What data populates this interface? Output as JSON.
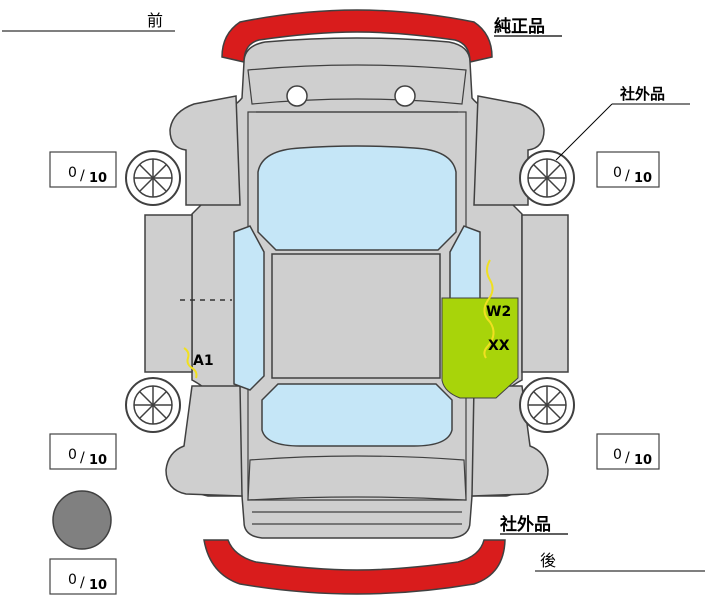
{
  "header": {
    "front_label": "前",
    "rear_label": "後"
  },
  "labels": {
    "front_bumper_type": "純正品",
    "rear_bumper_type": "社外品",
    "wheel_type": "社外品"
  },
  "tread": {
    "front_left": {
      "value": "0",
      "max": "10"
    },
    "front_right": {
      "value": "0",
      "max": "10"
    },
    "rear_left": {
      "value": "0",
      "max": "10"
    },
    "rear_right": {
      "value": "0",
      "max": "10"
    },
    "spare": {
      "value": "0",
      "max": "10"
    }
  },
  "damage": {
    "left_side": {
      "code": "A1"
    },
    "right_side": {
      "code": "W2",
      "note": "XX",
      "highlight_color": "#a8d40a"
    }
  },
  "colors": {
    "body": "#cfcfcf",
    "glass": "#c5e6f7",
    "bumper": "#d91c1c",
    "outline": "#404040",
    "spare_tire": "#808080",
    "damage_mark": "#f0e020"
  }
}
